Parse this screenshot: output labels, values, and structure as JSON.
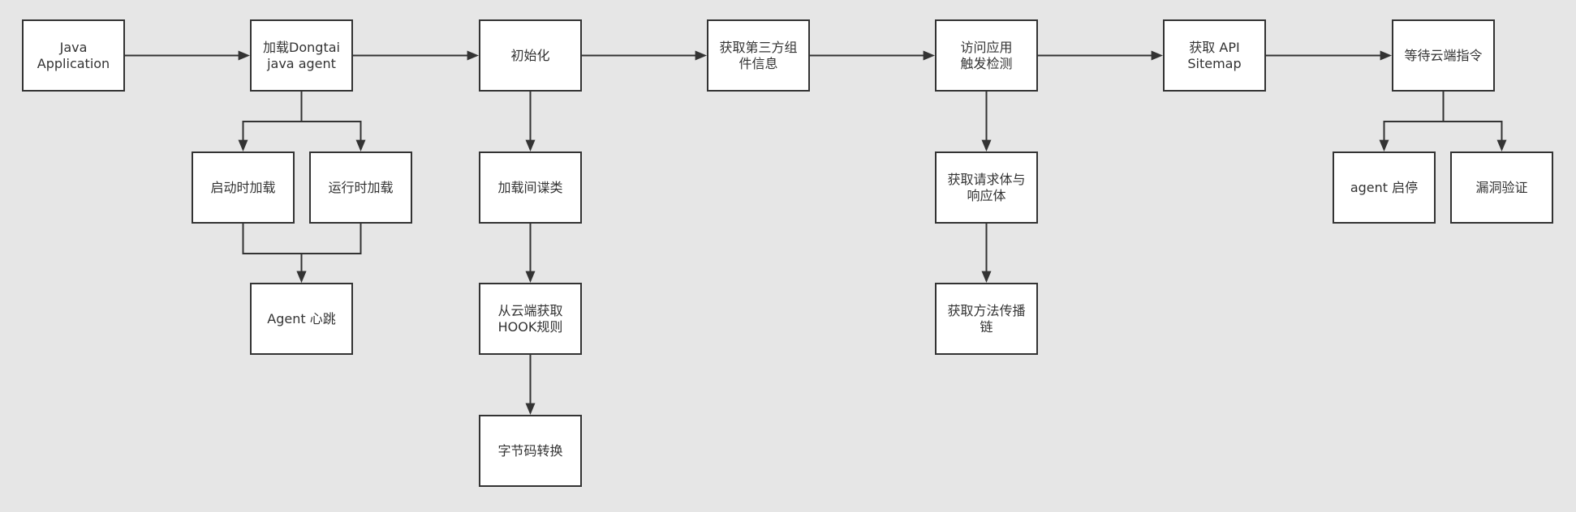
{
  "diagram": {
    "nodes": [
      {
        "id": "java-app",
        "lines": [
          "Java",
          "Application"
        ]
      },
      {
        "id": "load-agent",
        "lines": [
          "加载Dongtai",
          "java agent"
        ]
      },
      {
        "id": "init",
        "lines": [
          "初始化"
        ]
      },
      {
        "id": "third-party",
        "lines": [
          "获取第三方组",
          "件信息"
        ]
      },
      {
        "id": "access-detect",
        "lines": [
          "访问应用",
          "触发检测"
        ]
      },
      {
        "id": "api-sitemap",
        "lines": [
          "获取 API",
          "Sitemap"
        ]
      },
      {
        "id": "wait-cloud",
        "lines": [
          "等待云端指令"
        ]
      },
      {
        "id": "startup-load",
        "lines": [
          "启动时加载"
        ]
      },
      {
        "id": "runtime-load",
        "lines": [
          "运行时加载"
        ]
      },
      {
        "id": "heartbeat",
        "lines": [
          "Agent 心跳"
        ]
      },
      {
        "id": "load-spy",
        "lines": [
          "加载间谍类"
        ]
      },
      {
        "id": "hook-rules",
        "lines": [
          "从云端获取",
          "HOOK规则"
        ]
      },
      {
        "id": "bytecode",
        "lines": [
          "字节码转换"
        ]
      },
      {
        "id": "req-resp",
        "lines": [
          "获取请求体与",
          "响应体"
        ]
      },
      {
        "id": "method-chain",
        "lines": [
          "获取方法传播",
          "链"
        ]
      },
      {
        "id": "agent-startstop",
        "lines": [
          "agent 启停"
        ]
      },
      {
        "id": "vuln-verify",
        "lines": [
          "漏洞验证"
        ]
      }
    ],
    "edges": [
      {
        "from": "java-app",
        "to": "load-agent"
      },
      {
        "from": "load-agent",
        "to": "init"
      },
      {
        "from": "init",
        "to": "third-party"
      },
      {
        "from": "third-party",
        "to": "access-detect"
      },
      {
        "from": "access-detect",
        "to": "api-sitemap"
      },
      {
        "from": "api-sitemap",
        "to": "wait-cloud"
      },
      {
        "from": "load-agent",
        "to": "startup-load"
      },
      {
        "from": "load-agent",
        "to": "runtime-load"
      },
      {
        "from": "startup-load",
        "to": "heartbeat"
      },
      {
        "from": "runtime-load",
        "to": "heartbeat"
      },
      {
        "from": "init",
        "to": "load-spy"
      },
      {
        "from": "load-spy",
        "to": "hook-rules"
      },
      {
        "from": "hook-rules",
        "to": "bytecode"
      },
      {
        "from": "access-detect",
        "to": "req-resp"
      },
      {
        "from": "req-resp",
        "to": "method-chain"
      },
      {
        "from": "wait-cloud",
        "to": "agent-startstop"
      },
      {
        "from": "wait-cloud",
        "to": "vuln-verify"
      }
    ]
  }
}
